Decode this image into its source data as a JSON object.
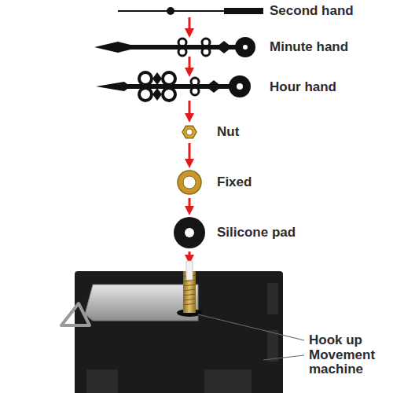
{
  "diagram": {
    "labels": [
      "Second hand",
      "Minute hand",
      "Hour hand",
      "Nut",
      "Fixed",
      "Silicone pad",
      "Hook up",
      "Movement machine"
    ]
  }
}
